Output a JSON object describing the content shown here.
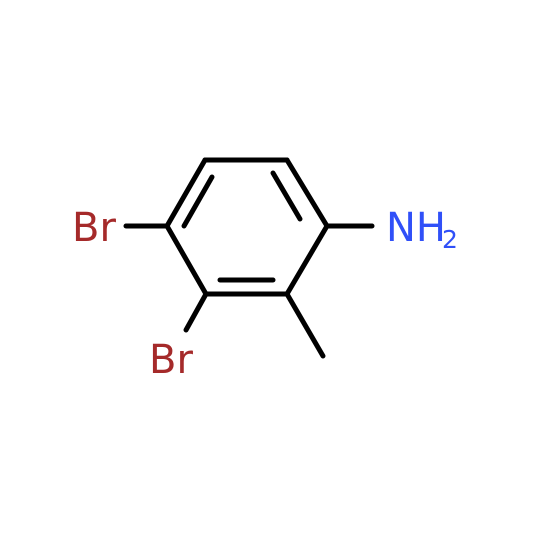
{
  "molecule": {
    "atoms": {
      "br1": {
        "label": "Br",
        "color": "#a52a2a"
      },
      "br2": {
        "label": "Br",
        "color": "#a52a2a"
      },
      "amine": {
        "label": "NH",
        "subscript": "2",
        "color": "#3050f8"
      }
    },
    "bond_color": "#000000",
    "background": "#ffffff"
  }
}
